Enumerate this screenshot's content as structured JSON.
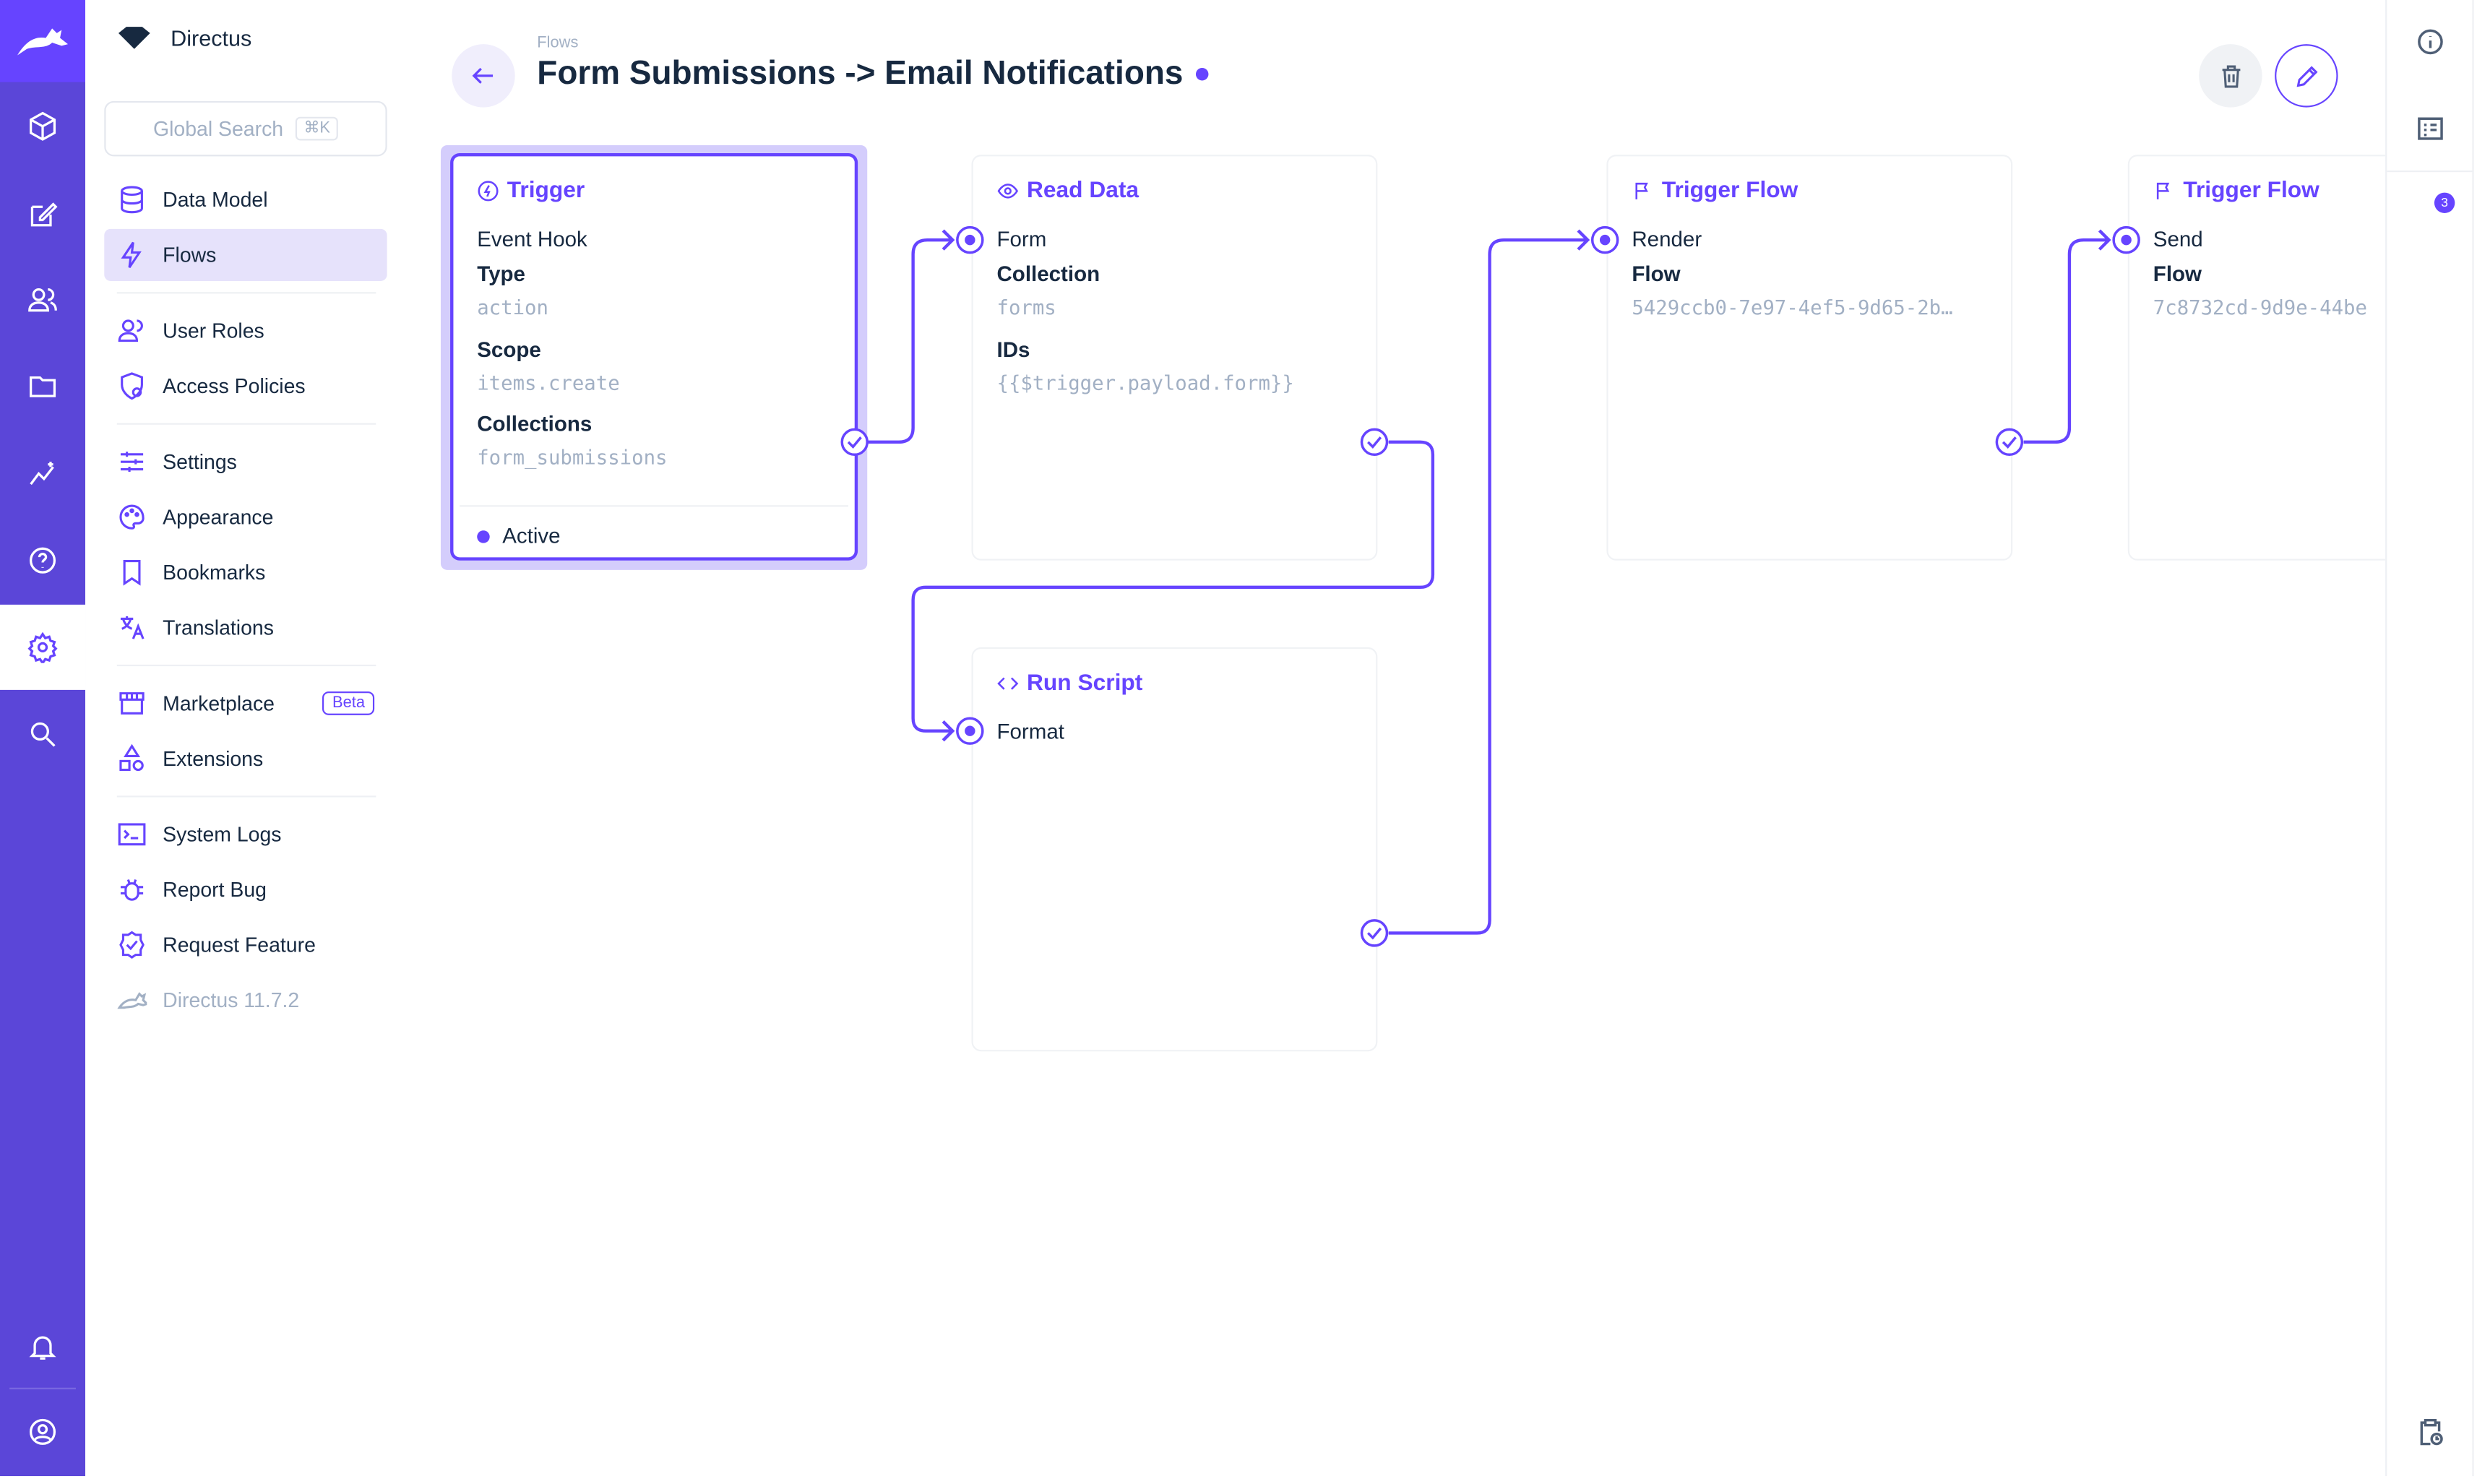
{
  "app": {
    "name": "Directus",
    "version": "Directus 11.7.2"
  },
  "search": {
    "placeholder": "Global Search",
    "shortcut": "⌘K"
  },
  "nav": {
    "items": [
      {
        "label": "Data Model",
        "icon": "database-icon"
      },
      {
        "label": "Flows",
        "icon": "bolt-icon",
        "selected": true
      },
      {
        "label": "User Roles",
        "icon": "users-icon"
      },
      {
        "label": "Access Policies",
        "icon": "shield-icon"
      },
      {
        "label": "Settings",
        "icon": "sliders-icon"
      },
      {
        "label": "Appearance",
        "icon": "palette-icon"
      },
      {
        "label": "Bookmarks",
        "icon": "bookmark-icon"
      },
      {
        "label": "Translations",
        "icon": "translate-icon"
      },
      {
        "label": "Marketplace",
        "icon": "store-icon",
        "badge": "Beta"
      },
      {
        "label": "Extensions",
        "icon": "shapes-icon"
      },
      {
        "label": "System Logs",
        "icon": "terminal-icon"
      },
      {
        "label": "Report Bug",
        "icon": "bug-icon"
      },
      {
        "label": "Request Feature",
        "icon": "verified-icon"
      }
    ]
  },
  "header": {
    "breadcrumb": "Flows",
    "title": "Form Submissions -> Email Notifications"
  },
  "nodes": {
    "trigger": {
      "title": "Trigger",
      "subtitle": "Event Hook",
      "type_label": "Type",
      "type_value": "action",
      "scope_label": "Scope",
      "scope_value": "items.create",
      "collections_label": "Collections",
      "collections_value": "form_submissions",
      "status": "Active"
    },
    "read": {
      "title": "Read Data",
      "name": "Form",
      "collection_label": "Collection",
      "collection_value": "forms",
      "ids_label": "IDs",
      "ids_value": "{{$trigger.payload.form}}"
    },
    "flow1": {
      "title": "Trigger Flow",
      "name": "Render",
      "flow_label": "Flow",
      "flow_value": "5429ccb0-7e97-4ef5-9d65-2b…"
    },
    "flow2": {
      "title": "Trigger Flow",
      "name": "Send",
      "flow_label": "Flow",
      "flow_value": "7c8732cd-9d9e-44be"
    },
    "script": {
      "title": "Run Script",
      "name": "Format"
    }
  },
  "sidebar_right": {
    "notifications_count": "3"
  },
  "colors": {
    "accent": "#6644ff",
    "rail": "#5b46d8",
    "muted": "#a2b0c4"
  }
}
